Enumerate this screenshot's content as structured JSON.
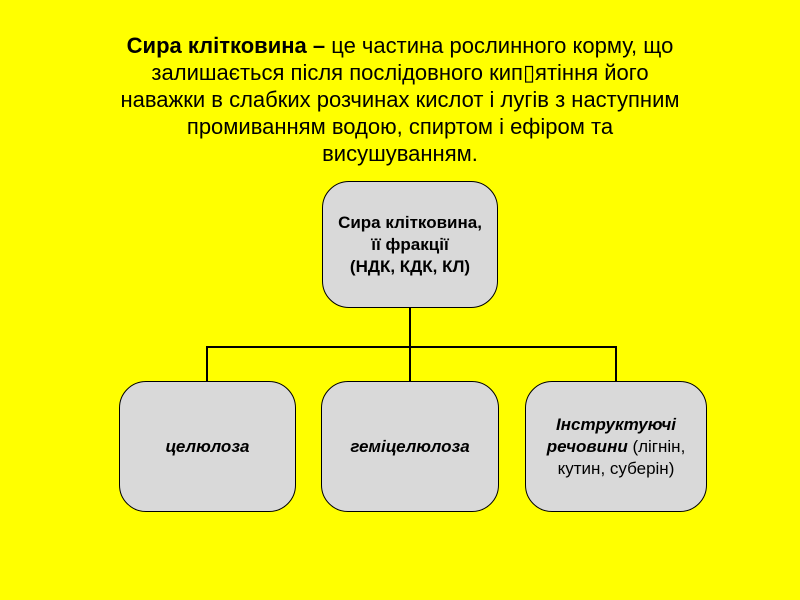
{
  "slide": {
    "background_color": "#ffff00",
    "node_fill_color": "#d9d9d9",
    "node_border_color": "#000000",
    "text_color": "#000000"
  },
  "title": {
    "lead_bold": "Сира клітковина –",
    "lines": [
      "це частина рослинного корму, що",
      "залишається після послідовного кип▯ятіння його",
      "наважки в слабких розчинах кислот і лугів з наступним",
      "промиванням водою, спиртом і ефіром та",
      "висушуванням."
    ]
  },
  "diagram": {
    "root": {
      "lines": [
        "Сира клітковина,",
        "її фракції",
        "(НДК, КДК, КЛ)"
      ]
    },
    "children": [
      {
        "label_bold_italic": "целюлоза",
        "label_regular": ""
      },
      {
        "label_bold_italic": "геміцелюлоза",
        "label_regular": ""
      },
      {
        "label_bold_italic": "Інструктуючі речовини",
        "label_regular": "(лігнін, кутин, суберін)"
      }
    ]
  }
}
